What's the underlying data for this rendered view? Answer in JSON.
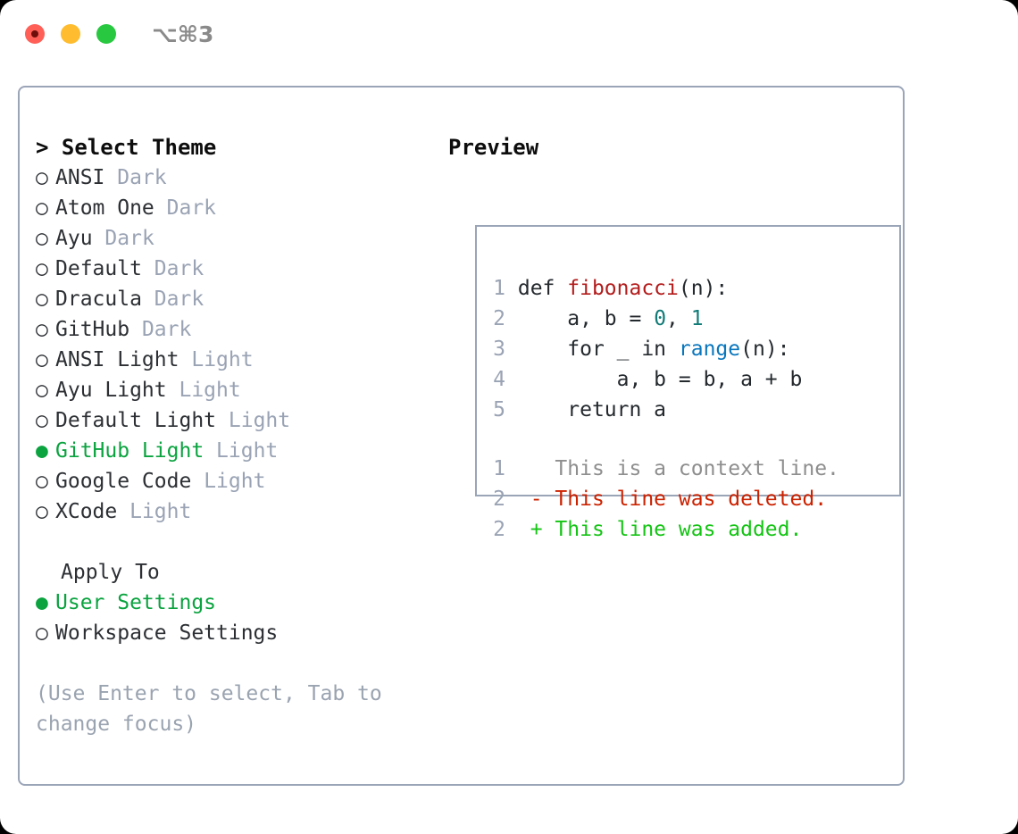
{
  "window": {
    "shortcut_label": "⌥⌘3",
    "traffic_lights": [
      {
        "name": "close",
        "color": "#ff5f57"
      },
      {
        "name": "minimize",
        "color": "#febc2e"
      },
      {
        "name": "zoom",
        "color": "#28c840"
      }
    ]
  },
  "colors": {
    "accent_green": "#0aa33f",
    "muted": "#9aa3b4",
    "border": "#9aa5b8",
    "text": "#2c2f33",
    "diff_add": "#14c414",
    "diff_del": "#cc2200",
    "code_fn": "#b31b1b",
    "code_num": "#117b77",
    "code_call": "#0a77bd"
  },
  "theme_panel": {
    "title": "> Select Theme",
    "items": [
      {
        "marker": "○",
        "name": "ANSI",
        "tag": "Dark",
        "selected": false
      },
      {
        "marker": "○",
        "name": "Atom One",
        "tag": "Dark",
        "selected": false
      },
      {
        "marker": "○",
        "name": "Ayu",
        "tag": "Dark",
        "selected": false
      },
      {
        "marker": "○",
        "name": "Default",
        "tag": "Dark",
        "selected": false
      },
      {
        "marker": "○",
        "name": "Dracula",
        "tag": "Dark",
        "selected": false
      },
      {
        "marker": "○",
        "name": "GitHub",
        "tag": "Dark",
        "selected": false
      },
      {
        "marker": "○",
        "name": "ANSI Light",
        "tag": "Light",
        "selected": false
      },
      {
        "marker": "○",
        "name": "Ayu Light",
        "tag": "Light",
        "selected": false
      },
      {
        "marker": "○",
        "name": "Default Light",
        "tag": "Light",
        "selected": false
      },
      {
        "marker": "●",
        "name": "GitHub Light",
        "tag": "Light",
        "selected": true
      },
      {
        "marker": "○",
        "name": "Google Code",
        "tag": "Light",
        "selected": false
      },
      {
        "marker": "○",
        "name": "XCode",
        "tag": "Light",
        "selected": false
      }
    ]
  },
  "apply_to": {
    "title": "Apply To",
    "items": [
      {
        "marker": "●",
        "name": "User Settings",
        "selected": true
      },
      {
        "marker": "○",
        "name": "Workspace Settings",
        "selected": false
      }
    ]
  },
  "hint": "(Use Enter to select, Tab to change focus)",
  "preview": {
    "title": "Preview",
    "code_lines": [
      {
        "lineno": "1",
        "tokens": [
          {
            "text": "def ",
            "kind": "plain"
          },
          {
            "text": "fibonacci",
            "kind": "fn"
          },
          {
            "text": "(n):",
            "kind": "plain"
          }
        ]
      },
      {
        "lineno": "2",
        "tokens": [
          {
            "text": "    a, b = ",
            "kind": "plain"
          },
          {
            "text": "0",
            "kind": "num"
          },
          {
            "text": ", ",
            "kind": "plain"
          },
          {
            "text": "1",
            "kind": "num"
          }
        ]
      },
      {
        "lineno": "3",
        "tokens": [
          {
            "text": "    for _ in ",
            "kind": "plain"
          },
          {
            "text": "range",
            "kind": "call"
          },
          {
            "text": "(n):",
            "kind": "plain"
          }
        ]
      },
      {
        "lineno": "4",
        "tokens": [
          {
            "text": "        a, b = b, a + b",
            "kind": "plain"
          }
        ]
      },
      {
        "lineno": "5",
        "tokens": [
          {
            "text": "    return a",
            "kind": "plain"
          }
        ]
      }
    ],
    "diff_lines": [
      {
        "lineno": "1",
        "sign": "  ",
        "text": "This is a context line.",
        "kind": "ctx"
      },
      {
        "lineno": "2",
        "sign": "- ",
        "text": "This line was deleted.",
        "kind": "del"
      },
      {
        "lineno": "2",
        "sign": "+ ",
        "text": "This line was added.",
        "kind": "add"
      }
    ]
  }
}
